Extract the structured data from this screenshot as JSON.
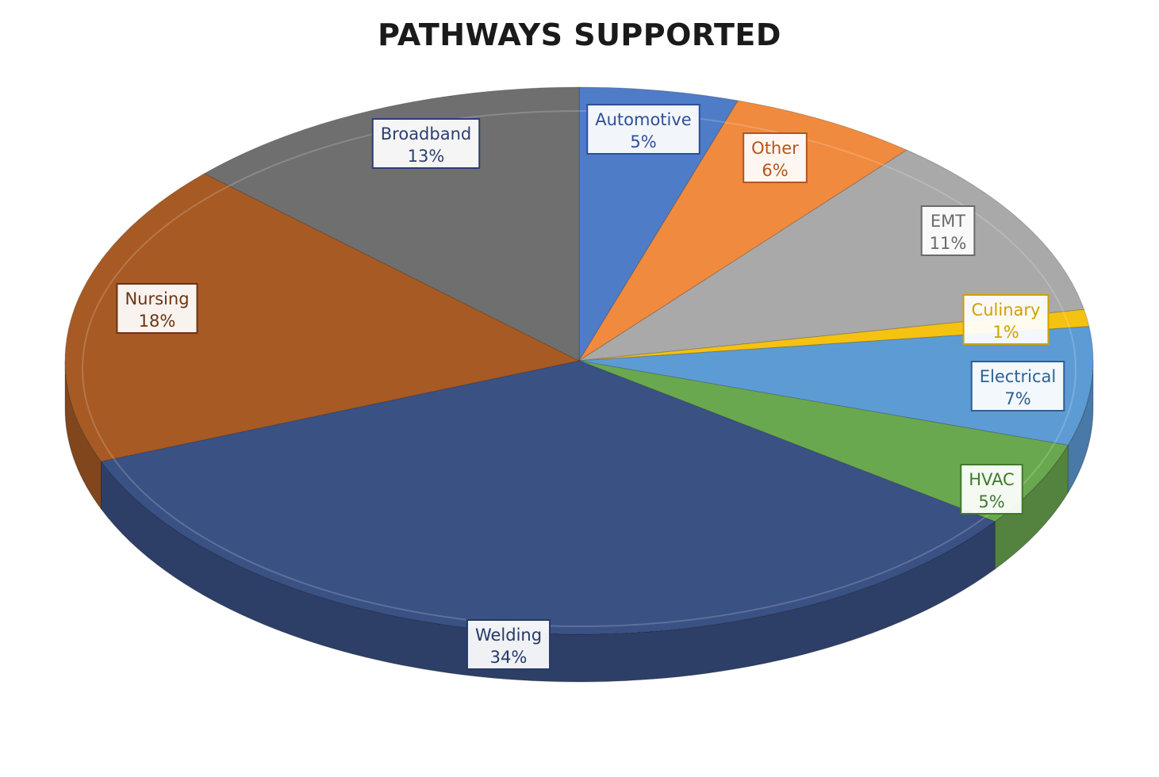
{
  "chart_data": {
    "type": "pie",
    "title": "PATHWAYS SUPPORTED",
    "three_d": true,
    "slices": [
      {
        "name": "Automotive",
        "value": 5,
        "pct_label": "5%",
        "color": "#4f7cc7",
        "label_color": "#2f4f96"
      },
      {
        "name": "Other",
        "value": 6,
        "pct_label": "6%",
        "color": "#ef8a3f",
        "label_color": "#b5541b"
      },
      {
        "name": "EMT",
        "value": 11,
        "pct_label": "11%",
        "color": "#a9a9a9",
        "label_color": "#6a6a6a"
      },
      {
        "name": "Culinary",
        "value": 1,
        "pct_label": "1%",
        "color": "#f5c211",
        "label_color": "#d1a100"
      },
      {
        "name": "Electrical",
        "value": 7,
        "pct_label": "7%",
        "color": "#5d9bd5",
        "label_color": "#2f5f91"
      },
      {
        "name": "HVAC",
        "value": 5,
        "pct_label": "5%",
        "color": "#6aa84f",
        "label_color": "#3f7a2a"
      },
      {
        "name": "Welding",
        "value": 34,
        "pct_label": "34%",
        "color": "#3a5184",
        "label_color": "#243a66"
      },
      {
        "name": "Nursing",
        "value": 18,
        "pct_label": "18%",
        "color": "#a75a24",
        "label_color": "#6b3411"
      },
      {
        "name": "Broadband",
        "value": 13,
        "pct_label": "13%",
        "color": "#6f6f6f",
        "label_color": "#2a3f73"
      }
    ]
  }
}
